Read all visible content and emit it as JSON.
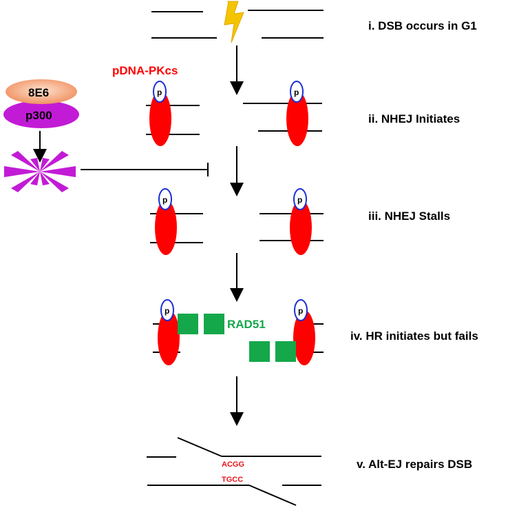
{
  "steps": [
    {
      "label": "i. DSB occurs in G1"
    },
    {
      "label": "ii. NHEJ Initiates"
    },
    {
      "label": "iii. NHEJ Stalls"
    },
    {
      "label": "iv. HR initiates but fails"
    },
    {
      "label": "v. Alt-EJ repairs DSB"
    }
  ],
  "labels": {
    "pdna_pkcs": "pDNA-PKcs",
    "rad51": "RAD51",
    "e6": "8E6",
    "p300": "p300",
    "phospho": "p",
    "seq_top": "ACGG",
    "seq_bottom": "TGCC"
  },
  "colors": {
    "dna_pk": "#ff0000",
    "phospho_ring": "#1a2fd6",
    "rad51": "#14a84a",
    "e6": "#f4a77a",
    "p300": "#c21bd6",
    "sequence": "#e8141c",
    "lightning": "#f5c400"
  },
  "icons": {
    "break": "lightning-bolt-icon",
    "degradation": "starburst-icon",
    "inhibit": "inhibition-arrow-icon"
  }
}
